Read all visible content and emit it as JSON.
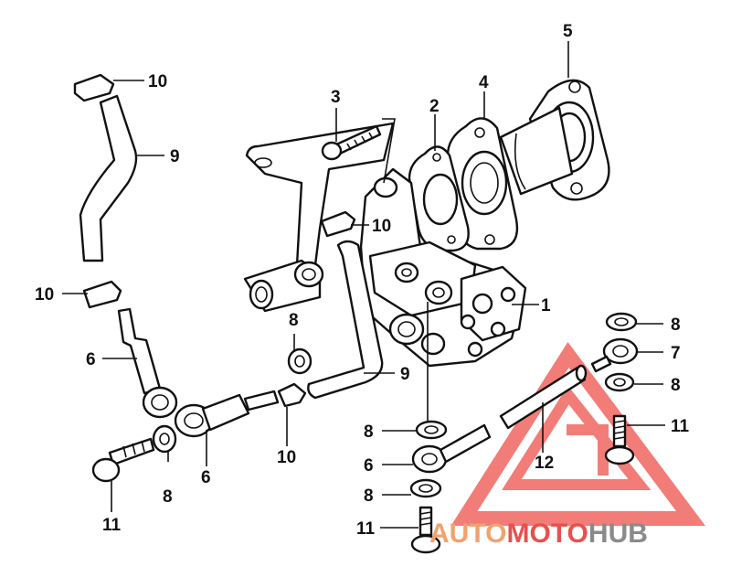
{
  "diagram": {
    "callouts": {
      "c1": "1",
      "c2": "2",
      "c3": "3",
      "c4": "4",
      "c5": "5",
      "c6a": "6",
      "c6b": "6",
      "c6c": "6",
      "c7": "7",
      "c8a": "8",
      "c8b": "8",
      "c8c": "8",
      "c8d": "8",
      "c8e": "8",
      "c8f": "8",
      "c9a": "9",
      "c9b": "9",
      "c10a": "10",
      "c10b": "10",
      "c10c": "10",
      "c10d": "10",
      "c11a": "11",
      "c11b": "11",
      "c11c": "11",
      "c12": "12"
    }
  },
  "watermark": {
    "part1": "AUTO",
    "part2": "MOTO",
    "part3": "HUB",
    "color_auto": "#f0a26e",
    "color_moto": "#e8504a",
    "color_hub": "#8a8a8a",
    "triangle_color": "#ee4b43"
  }
}
